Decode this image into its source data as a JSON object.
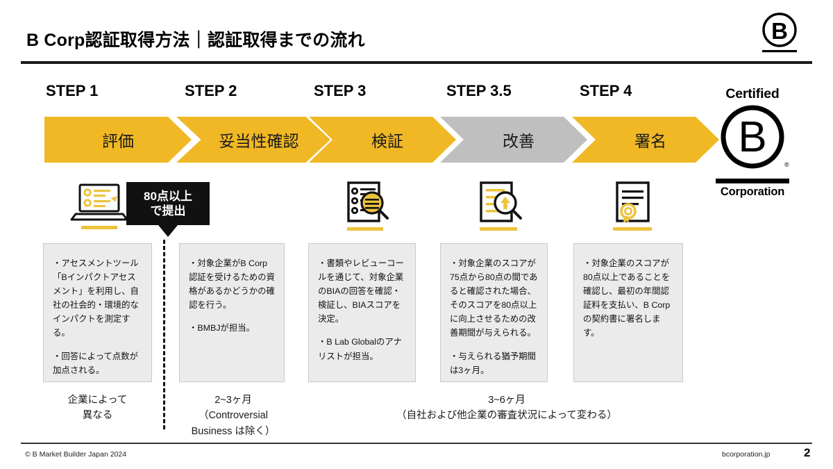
{
  "header": {
    "title": "B Corp認証取得方法｜認証取得までの流れ",
    "logo_icon": "b-corp-circle-logo"
  },
  "steps": [
    {
      "label": "STEP 1",
      "chevron_text": "評価",
      "chevron_color": "#f0b825",
      "icon": "laptop-assessment-icon",
      "body": [
        "・アセスメントツール「Bインパクトアセスメント」を利用し、自社の社会的・環境的なインパクトを測定する。",
        "・回答によって点数が加点される。"
      ]
    },
    {
      "label": "STEP 2",
      "chevron_text": "妥当性確認",
      "chevron_color": "#f0b825",
      "icon": "none",
      "body": [
        "・対象企業がB Corp認証を受けるための資格があるかどうかの確認を行う。",
        "・BMBJが担当。"
      ]
    },
    {
      "label": "STEP 3",
      "chevron_text": "検証",
      "chevron_color": "#f0b825",
      "icon": "document-search-icon",
      "body": [
        "・書類やレビューコールを通じて、対象企業のBIAの回答を確認・検証し、BIAスコアを決定。",
        "・B Lab Globalのアナリストが担当。"
      ]
    },
    {
      "label": "STEP 3.5",
      "chevron_text": "改善",
      "chevron_color": "#bfbfbf",
      "icon": "document-improve-icon",
      "body": [
        "・対象企業のスコアが75点から80点の間であると確認された場合、そのスコアを80点以上に向上させるための改善期間が与えられる。",
        "・与えられる猶予期間は3ヶ月。"
      ]
    },
    {
      "label": "STEP 4",
      "chevron_text": "署名",
      "chevron_color": "#f0b825",
      "icon": "certificate-icon",
      "body": [
        "・対象企業のスコアが80点以上であることを確認し、最初の年間認証料を支払い、B Corpの契約書に署名します。"
      ]
    }
  ],
  "callout": {
    "line1": "80点以上",
    "line2": "で提出"
  },
  "captions": {
    "step1": "企業によって\n異なる",
    "step2": "2~3ヶ月\n（Controversial\nBusiness は除く）",
    "step345": "3~6ヶ月\n（自社および他企業の審査状況によって変わる）"
  },
  "certified_logo": {
    "top": "Certified",
    "letter": "B",
    "bottom": "Corporation"
  },
  "footer": {
    "copyright": "© B Market  Builder  Japan  2024",
    "site": "bcorporation.jp",
    "page": "2"
  },
  "colors": {
    "accent_yellow": "#f0b825",
    "icon_yellow": "#edc33c",
    "gray_chevron": "#bfbfbf",
    "box_bg": "#ebebeb",
    "box_border": "#c9c9c9",
    "black": "#111111"
  }
}
